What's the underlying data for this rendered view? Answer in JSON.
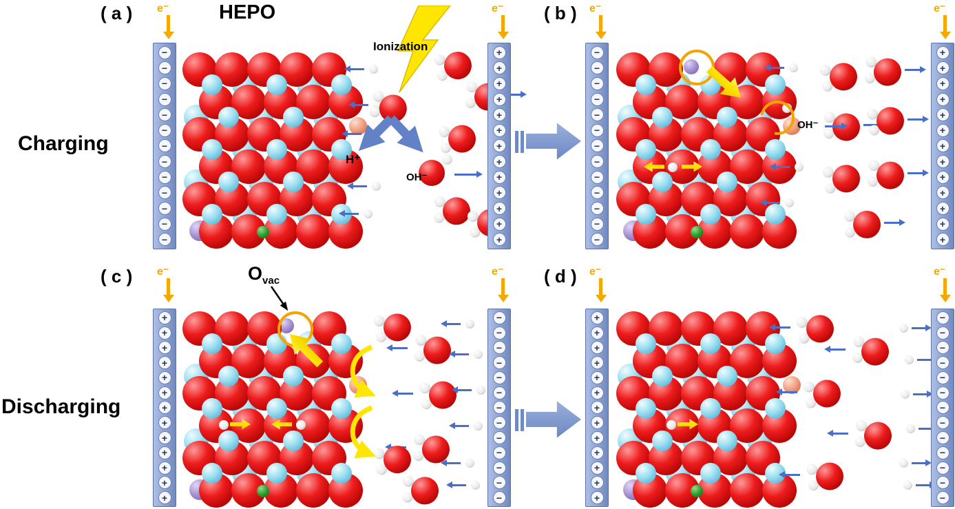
{
  "labels": {
    "title": "HEPO",
    "panel_a": "( a )",
    "panel_b": "( b )",
    "panel_c": "( c )",
    "panel_d": "( d )",
    "charging": "Charging",
    "discharging": "Discharging",
    "ionization": "Ionization",
    "h_plus": "H⁺",
    "oh_minus": "OH⁻",
    "o_vac_main": "O",
    "o_vac_sub": "vac",
    "electron": "e⁻",
    "plus": "+",
    "minus": "−"
  },
  "colors": {
    "electron_arrow": "#F5A800",
    "electrode_fill": "#8CA2D4",
    "ion_arrow_blue": "#4A6FC5",
    "highlight_yellow": "#FFE600",
    "vacancy_ring_orange": "#F5A300",
    "big_arrow_blue": "#7189C4",
    "oxygen_red": "#D81414",
    "b_site_cyan": "#8FD9EC",
    "dopant_purple": "#9B85CC",
    "dopant_green": "#2E8B2E",
    "dopant_salmon": "#E8957A",
    "hydrogen_white": "#EDEDED"
  }
}
